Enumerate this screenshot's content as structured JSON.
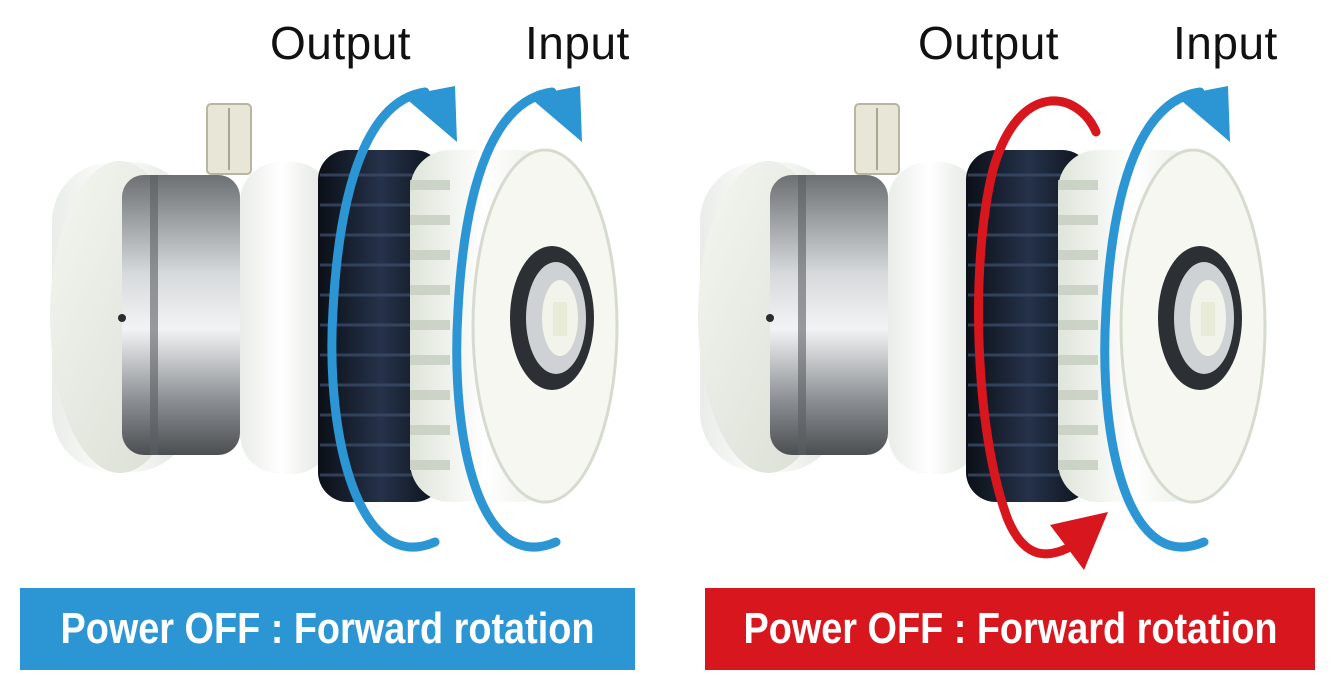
{
  "panels": [
    {
      "output_label": "Output",
      "input_label": "Input",
      "caption": "Power OFF : Forward rotation",
      "caption_color": "#2b96d3",
      "output_arrow_color": "#2b96d3",
      "input_arrow_color": "#2b96d3"
    },
    {
      "output_label": "Output",
      "input_label": "Input",
      "caption": "Power OFF : Forward rotation",
      "caption_color": "#d7161d",
      "output_arrow_color": "#d7161d",
      "input_arrow_color": "#2b96d3"
    }
  ],
  "icons": {
    "clutch": "electromagnetic-clutch-image",
    "rotation_arrow": "rotation-arrow-icon"
  }
}
